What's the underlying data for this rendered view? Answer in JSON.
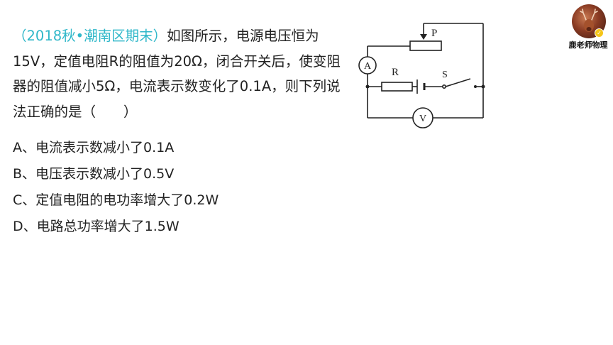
{
  "question": {
    "source": "（2018秋•潮南区期末）",
    "text": "如图所示，电源电压恒为15V，定值电阻R的阻值为20Ω，闭合开关后，使变阻器的阻值减小5Ω，电流表示数变化了0.1A，则下列说法正确的是（　　）"
  },
  "options": [
    {
      "text": "A、电流表示数减小了0.1A"
    },
    {
      "text": "B、电压表示数减小了0.5V"
    },
    {
      "text": "C、定值电阻的电功率增大了0.2W"
    },
    {
      "text": "D、电路总功率增大了1.5W"
    }
  ],
  "circuit": {
    "labels": {
      "p": "P",
      "r": "R",
      "s": "S",
      "ammeter": "A",
      "voltmeter": "V"
    }
  },
  "channel": {
    "name": "鹿老师物理",
    "badge_icon": "check-badge-icon"
  }
}
